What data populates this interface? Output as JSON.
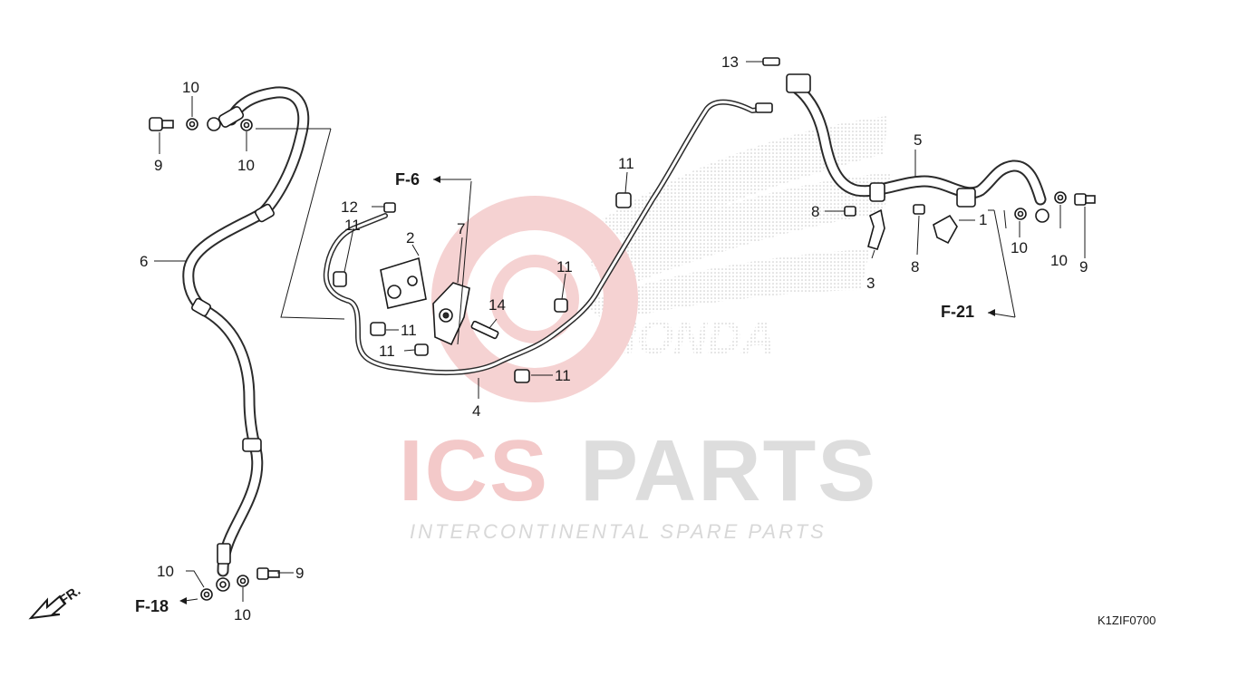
{
  "diagram": {
    "code": "K1ZIF0700",
    "direction_label": "FR.",
    "references": {
      "f6": "F-6",
      "f18": "F-18",
      "f21": "F-21"
    },
    "callouts": {
      "c1": "1",
      "c2": "2",
      "c3": "3",
      "c4": "4",
      "c5": "5",
      "c6": "6",
      "c7": "7",
      "c8a": "8",
      "c8b": "8",
      "c9a": "9",
      "c9b": "9",
      "c9c": "9",
      "c10a": "10",
      "c10b": "10",
      "c10c": "10",
      "c10d": "10",
      "c10e": "10",
      "c10f": "10",
      "c11a": "11",
      "c11b": "11",
      "c11c": "11",
      "c11d": "11",
      "c11e": "11",
      "c11f": "11",
      "c12": "12",
      "c13": "13",
      "c14": "14"
    }
  },
  "watermark": {
    "brand_ic": "ICS",
    "brand_parts": "PARTS",
    "tagline": "INTERCONTINENTAL SPARE PARTS",
    "logo_text": "HONDA",
    "colors": {
      "red": "#f3c9c9",
      "gray": "#dddddd",
      "dots": "#c8c8c8"
    }
  }
}
